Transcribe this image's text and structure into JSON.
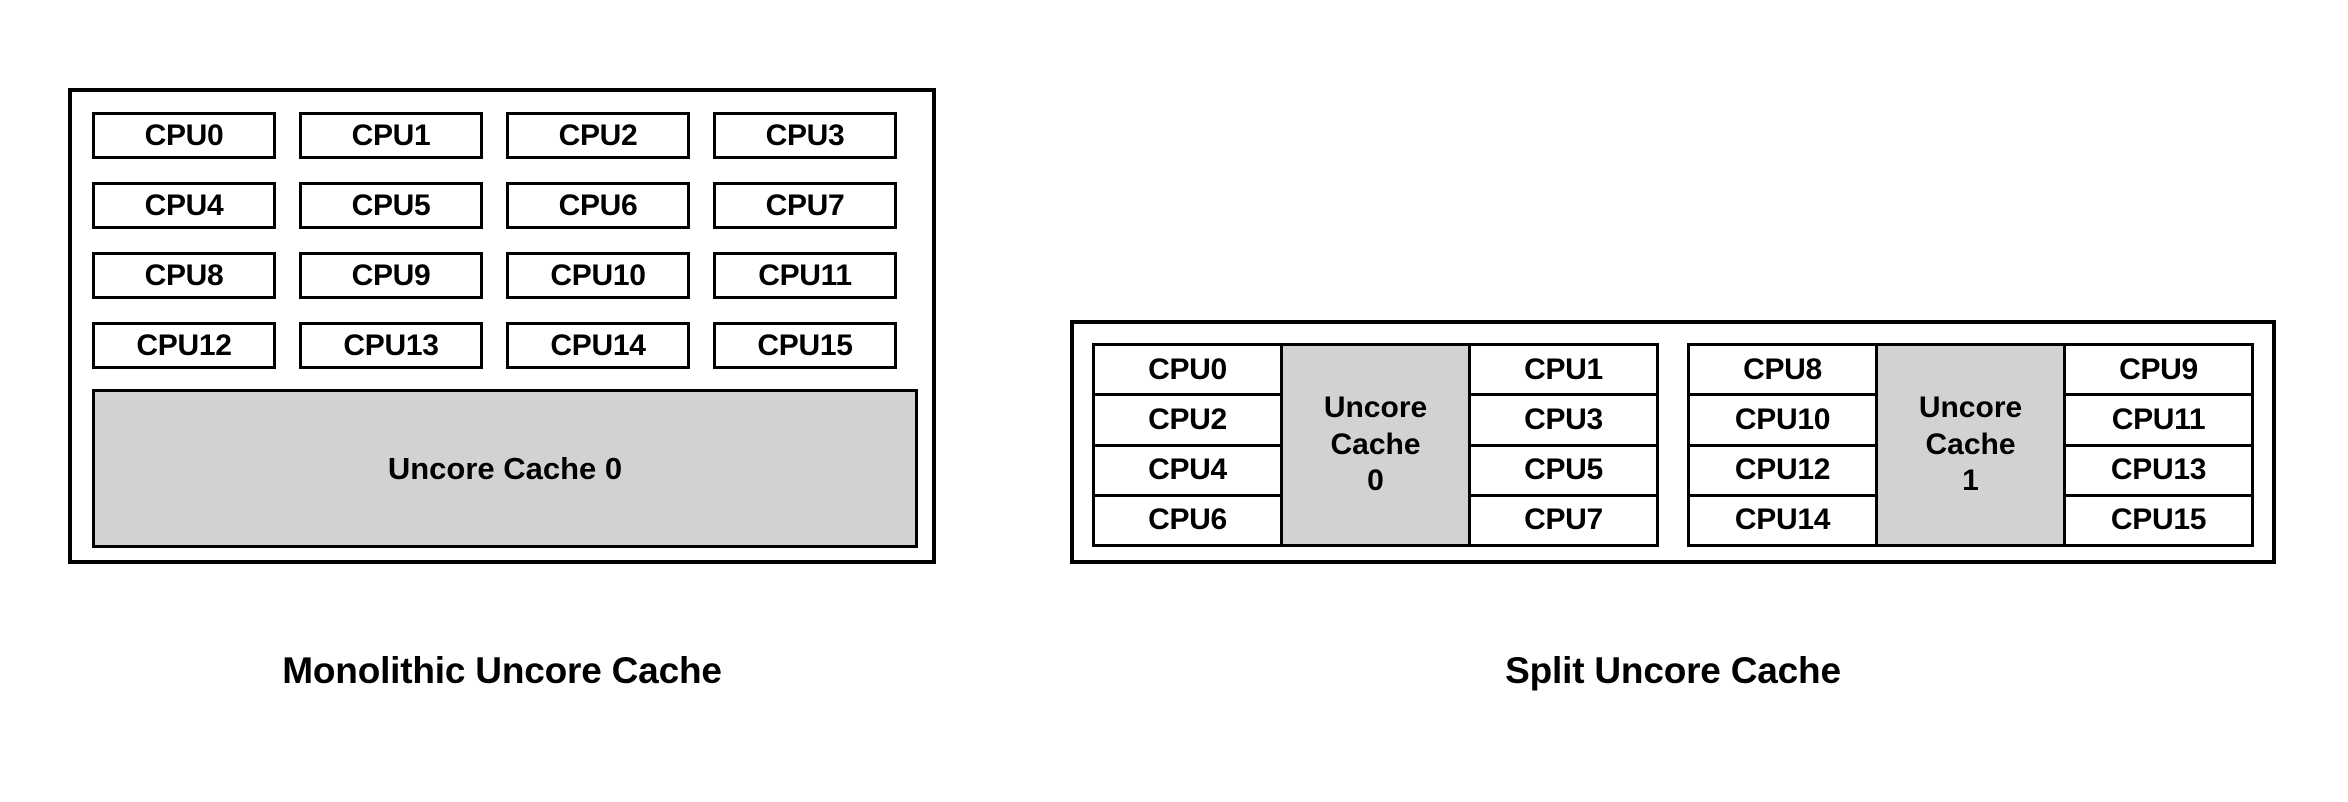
{
  "colors": {
    "cache_fill": "#d2d2d2",
    "border": "#000000",
    "background": "#ffffff",
    "text": "#000000"
  },
  "monolithic": {
    "caption": "Monolithic Uncore Cache",
    "cpus": [
      "CPU0",
      "CPU1",
      "CPU2",
      "CPU3",
      "CPU4",
      "CPU5",
      "CPU6",
      "CPU7",
      "CPU8",
      "CPU9",
      "CPU10",
      "CPU11",
      "CPU12",
      "CPU13",
      "CPU14",
      "CPU15"
    ],
    "cache_label": "Uncore Cache 0"
  },
  "split": {
    "caption": "Split Uncore Cache",
    "groups": [
      {
        "left_column": [
          "CPU0",
          "CPU2",
          "CPU4",
          "CPU6"
        ],
        "cache": {
          "line1": "Uncore",
          "line2": "Cache",
          "line3": "0"
        },
        "right_column": [
          "CPU1",
          "CPU3",
          "CPU5",
          "CPU7"
        ]
      },
      {
        "left_column": [
          "CPU8",
          "CPU10",
          "CPU12",
          "CPU14"
        ],
        "cache": {
          "line1": "Uncore",
          "line2": "Cache",
          "line3": "1"
        },
        "right_column": [
          "CPU9",
          "CPU11",
          "CPU13",
          "CPU15"
        ]
      }
    ]
  }
}
